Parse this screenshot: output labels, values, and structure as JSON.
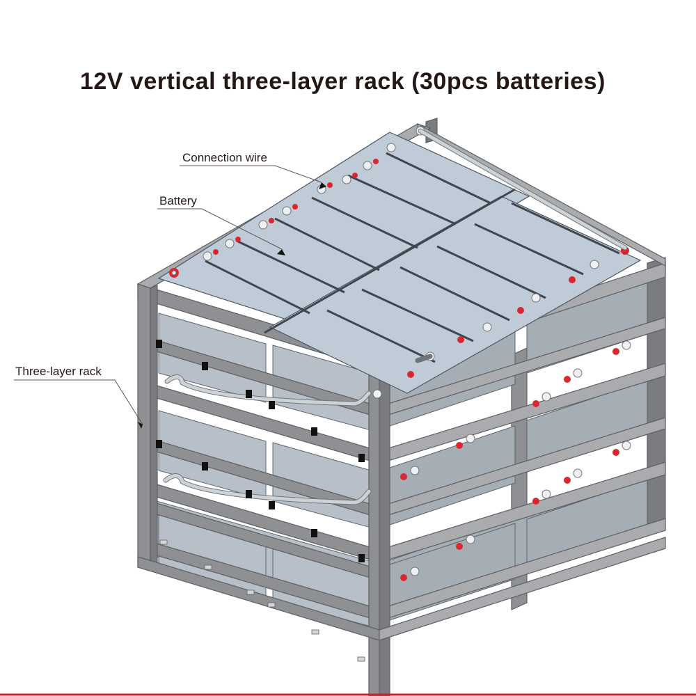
{
  "title": "12V vertical three-layer rack (30pcs batteries)",
  "labels": {
    "connection_wire": "Connection wire",
    "battery": "Battery",
    "rack": "Three-layer rack"
  },
  "colors": {
    "rack": "#8e9093",
    "battery_top": "#bfcbd6",
    "terminal_positive": "#d8272f",
    "accent_line": "#c4262e"
  },
  "battery_count": 30,
  "layers": 3
}
